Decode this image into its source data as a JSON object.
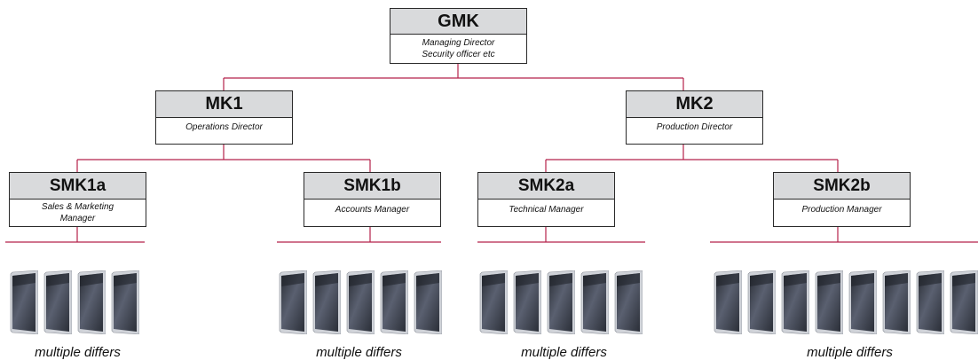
{
  "root": {
    "title": "GMK",
    "subtitle_line1": "Managing Director",
    "subtitle_line2": "Security officer etc"
  },
  "masters": [
    {
      "title": "MK1",
      "subtitle": "Operations Director"
    },
    {
      "title": "MK2",
      "subtitle": "Production Director"
    }
  ],
  "submasters": [
    {
      "title": "SMK1a",
      "subtitle_line1": "Sales & Marketing",
      "subtitle_line2": "Manager",
      "key_count": 4,
      "caption": "multiple differs"
    },
    {
      "title": "SMK1b",
      "subtitle_line1": "Accounts Manager",
      "subtitle_line2": "",
      "key_count": 5,
      "caption": "multiple differs"
    },
    {
      "title": "SMK2a",
      "subtitle_line1": "Technical Manager",
      "subtitle_line2": "",
      "key_count": 5,
      "caption": "multiple differs"
    },
    {
      "title": "SMK2b",
      "subtitle_line1": "Production Manager",
      "subtitle_line2": "",
      "key_count": 8,
      "caption": "multiple differs"
    }
  ],
  "colors": {
    "connector": "#b5214a",
    "title_bg": "#d9dadc",
    "border": "#2a2a2a"
  },
  "icon": "door-key-icon"
}
